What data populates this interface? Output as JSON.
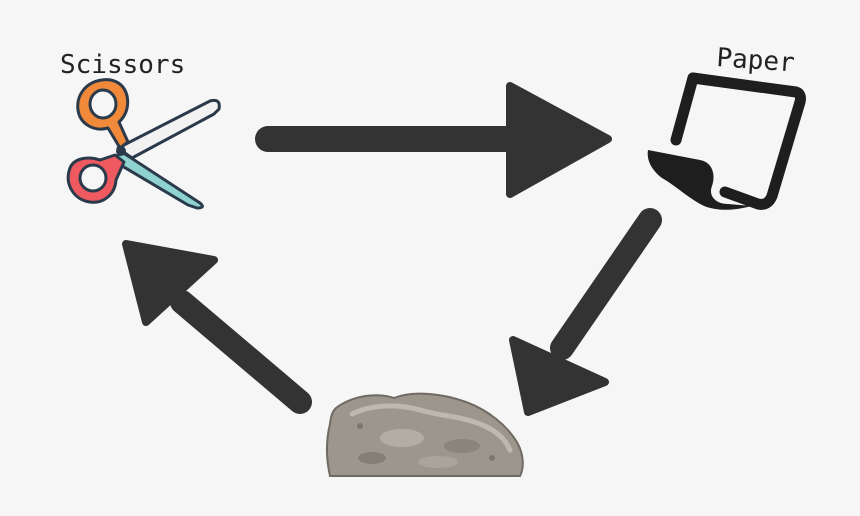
{
  "diagram": {
    "nodes": {
      "scissors": {
        "label": "Scissors",
        "icon": "scissors-icon"
      },
      "paper": {
        "label": "Paper",
        "icon": "paper-icon"
      },
      "rock": {
        "label": "",
        "icon": "rock-icon"
      }
    },
    "edges": [
      {
        "from": "scissors",
        "to": "paper"
      },
      {
        "from": "paper",
        "to": "rock"
      },
      {
        "from": "rock",
        "to": "scissors"
      }
    ],
    "colors": {
      "background": "#f6f6f6",
      "arrow": "#333333",
      "scissors_handle_top": "#f08a3a",
      "scissors_handle_bottom": "#ef5a60",
      "scissors_blade_top": "#f2f2f2",
      "scissors_blade_bottom": "#8fd3d0",
      "outline": "#2b3a4a",
      "rock": "#9c968d"
    }
  }
}
